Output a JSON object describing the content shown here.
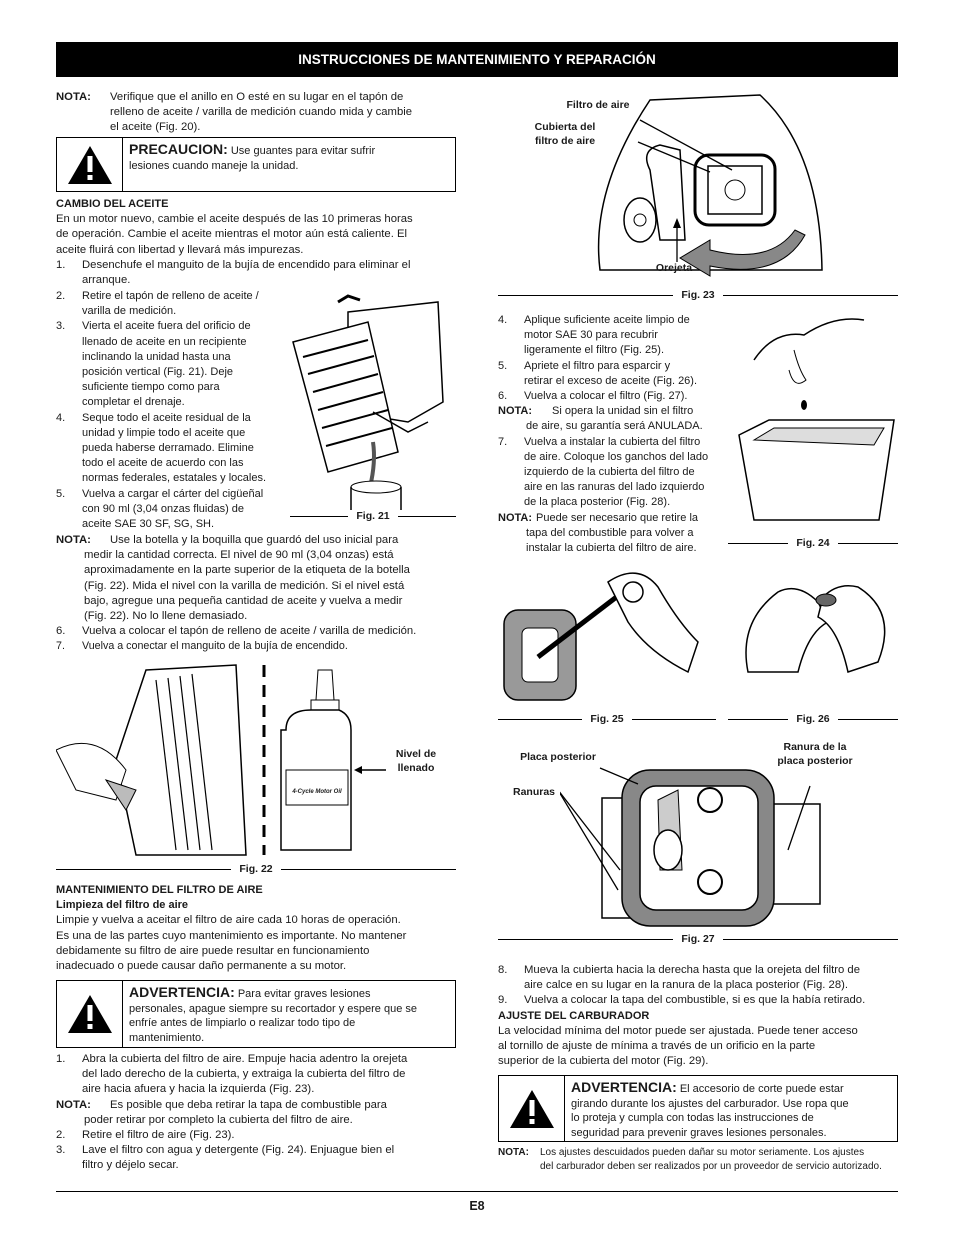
{
  "header": "INSTRUCCIONES DE MANTENIMIENTO Y REPARACIÓN",
  "left": {
    "nota1_label": "NOTA:",
    "nota1": [
      "Verifique que el anillo en O esté en su lugar en el tapón de",
      "relleno de aceite / varilla de medición cuando mida y cambie",
      "el aceite (Fig. 20)."
    ],
    "warn1_title": "PRECAUCION:",
    "warn1_rest": " Use guantes para evitar sufrir",
    "warn1_line2": "lesiones cuando maneje la unidad.",
    "oil_heading": "CAMBIO DEL ACEITE",
    "oil_intro": [
      "En un motor nuevo, cambie el aceite después de las 10 primeras horas",
      "de operación. Cambie el aceite mientras el motor aún está caliente. El",
      "aceite fluirá con libertad y llevará más impurezas."
    ],
    "step1": [
      "Desenchufe el manguito de la bujía de encendido para eliminar el",
      "arranque."
    ],
    "step2": [
      "Retire el tapón de relleno de aceite /",
      "varilla de medición."
    ],
    "step3": [
      "Vierta el aceite fuera del orificio de",
      "llenado de aceite en un recipiente",
      "inclinando la unidad hasta una",
      "posición vertical (Fig. 21). Deje",
      "suficiente tiempo como para",
      "completar el drenaje."
    ],
    "step4": [
      "Seque todo el aceite residual de la",
      "unidad y limpie todo el aceite que",
      "pueda haberse derramado. Elimine",
      "todo el aceite de acuerdo con las",
      "normas federales, estatales y locales."
    ],
    "step5": [
      "Vuelva a cargar el cárter del cigüeñal",
      "con 90 ml (3,04 onzas fluidas) de",
      "aceite SAE 30 SF, SG, SH."
    ],
    "nota2": [
      "Use la botella y la boquilla que guardó del uso inicial para",
      "medir la cantidad correcta. El nivel de  90 ml (3,04 onzas) está",
      "aproximadamente en la parte superior de la etiqueta de la botella",
      "(Fig. 22). Mida el nivel con la varilla de medición. Si el nivel está",
      "bajo, agregue una pequeña cantidad de aceite y vuelva a medir",
      "(Fig. 22). No lo llene demasiado."
    ],
    "step6": "Vuelva a colocar el tapón de relleno de aceite / varilla de medición.",
    "step7": "Vuelva a conectar el manguito de la bujía de encendido.",
    "fig21": "Fig. 21",
    "fig22": "Fig. 22",
    "bottle_label": "4-Cycle Motor Oil",
    "nivel": [
      "Nivel de",
      "llenado"
    ],
    "filter_heading": "MANTENIMIENTO DEL FILTRO DE AIRE",
    "filter_sub": "Limpieza del filtro de aire",
    "filter_intro": [
      "Limpie y vuelva a aceitar el filtro de aire cada 10 horas de operación.",
      "Es una de las partes cuyo mantenimiento es importante. No mantener",
      "debidamente su filtro de aire puede resultar en funcionamiento",
      "inadecuado o puede causar daño permanente a su motor."
    ],
    "warn2_title": "ADVERTENCIA:",
    "warn2_rest": " Para evitar graves lesiones",
    "warn2_lines": [
      "personales, apague siempre su recortador y espere que se",
      "enfríe antes de limpiarlo o realizar todo tipo de",
      "mantenimiento."
    ],
    "fstep1": [
      "Abra la cubierta del filtro de aire. Empuje hacia adentro la orejeta",
      "del lado derecho de la cubierta, y extraiga la cubierta del filtro de",
      "aire hacia afuera y hacia la izquierda (Fig. 23)."
    ],
    "nota3": [
      "Es posible que deba retirar la tapa de combustible para",
      "poder retirar por completo la cubierta del filtro de aire."
    ],
    "fstep2": "Retire el filtro de aire (Fig. 23).",
    "fstep3": [
      "Lave el filtro con agua y detergente (Fig. 24). Enjuague bien el",
      "filtro y déjelo secar."
    ]
  },
  "right": {
    "fig23_filtro": "Filtro de aire",
    "fig23_cubierta": [
      "Cubierta del",
      "filtro de aire"
    ],
    "fig23_orejeta": "Orejeta",
    "fig23": "Fig. 23",
    "s4": [
      "Aplique suficiente aceite limpio de",
      "motor SAE 30 para recubrir",
      "ligeramente el filtro (Fig. 25)."
    ],
    "s5": [
      "Apriete el filtro para esparcir y",
      "retirar el exceso de aceite (Fig. 26)."
    ],
    "s6": "Vuelva a colocar el filtro (Fig. 27).",
    "nota4": [
      "Si opera la unidad sin el filtro",
      "de aire, su garantía será ANULADA."
    ],
    "s7": [
      "Vuelva a instalar la cubierta del filtro",
      "de aire. Coloque los ganchos del lado",
      "izquierdo de la cubierta del filtro de",
      "aire en las ranuras del lado izquierdo",
      "de la placa posterior (Fig. 28)."
    ],
    "nota5": [
      "Puede ser necesario que retire la",
      "tapa del combustible para volver a",
      "instalar la cubierta del filtro de aire."
    ],
    "fig24": "Fig. 24",
    "fig25": "Fig. 25",
    "fig26": "Fig. 26",
    "fig27_placa": "Placa posterior",
    "fig27_ranura": [
      "Ranura de la",
      "placa posterior"
    ],
    "fig27_ranuras": "Ranuras",
    "fig27": "Fig. 27",
    "s8": [
      "Mueva la cubierta hacia la derecha hasta que la orejeta del filtro de",
      "aire calce en su lugar en la ranura de la placa posterior (Fig. 28)."
    ],
    "s9": "Vuelva a colocar la tapa del combustible, si es que la había retirado.",
    "carb_heading": "AJUSTE DEL CARBURADOR",
    "carb_text": [
      "La velocidad mínima del motor puede ser ajustada. Puede tener acceso",
      "al tornillo de ajuste de mínima a través de un orificio en la parte",
      "superior de la cubierta del motor (Fig. 29)."
    ],
    "warn3_title": "ADVERTENCIA:",
    "warn3_rest": " El accesorio de corte puede estar",
    "warn3_lines": [
      "girando durante los ajustes del carburador. Use ropa que",
      "lo proteja y cumpla con todas las instrucciones de",
      "seguridad para prevenir graves lesiones personales."
    ],
    "nota6": [
      "Los ajustes descuidados pueden dañar su motor seriamente. Los ajustes",
      "del carburador deben ser realizados por un proveedor de servicio autorizado."
    ]
  },
  "labels": {
    "nota": "NOTA:",
    "n1": "1.",
    "n2": "2.",
    "n3": "3.",
    "n4": "4.",
    "n5": "5.",
    "n6": "6.",
    "n7": "7.",
    "n8": "8.",
    "n9": "9."
  },
  "page_number": "E8"
}
